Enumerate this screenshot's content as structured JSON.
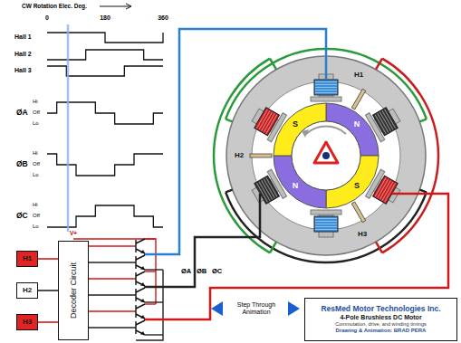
{
  "diagram": {
    "nodes": [
      {
        "text": [
          "H1"
        ]
      },
      {
        "text": [
          "H2"
        ]
      },
      {
        "text": [
          "H3"
        ]
      },
      {
        "text": [
          "Decoder Circuit"
        ]
      },
      {
        "text": [
          "ResMed Motor Technologies Inc.",
          "4-Pole Brushless DC Motor",
          "Commutation, drive, and winding timings",
          "Drawing & Animation: BRAD PERA"
        ]
      }
    ],
    "edges": [
      {
        "from": 0,
        "to": 3,
        "arrow": "none"
      },
      {
        "from": 1,
        "to": 3,
        "arrow": "none"
      },
      {
        "from": 2,
        "to": 3,
        "arrow": "none"
      }
    ],
    "labels": [
      "CW Rotation Elec. Deg.",
      "0",
      "180",
      "360",
      "Hall 1",
      "Hall 2",
      "Hall 3",
      "ØA",
      "Hi",
      "Off",
      "Lo",
      "ØB",
      "Hi",
      "Off",
      "Lo",
      "ØC",
      "Hi",
      "Off",
      "Lo",
      "V+",
      "ØA",
      "ØB",
      "ØC",
      "Step Through Animation",
      "H1",
      "H2",
      "H3",
      "S",
      "N",
      "N",
      "S"
    ]
  }
}
